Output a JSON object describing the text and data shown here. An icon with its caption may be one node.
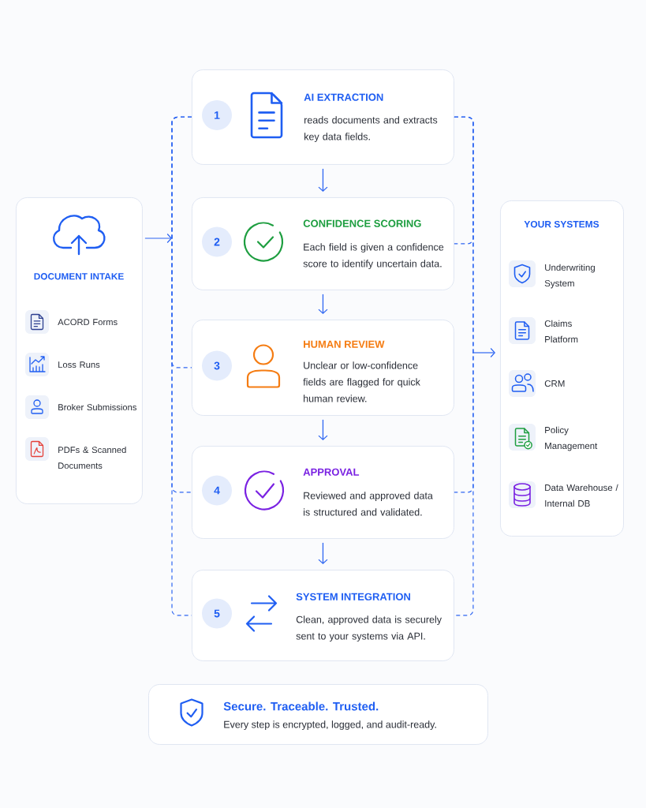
{
  "diagram": {
    "nodes": [
      {
        "text": [
          "DOCUMENT INTAKE",
          "ACORD Forms",
          "Loss Runs",
          "Broker Submissions",
          "PDFs & Scanned Documents"
        ]
      },
      {
        "text": [
          "AI EXTRACTION",
          "reads documents and extracts key data fields."
        ]
      },
      {
        "text": [
          "1"
        ],
        "in": 1
      },
      {
        "text": [
          "CONFIDENCE SCORING",
          "Each field is given a confidence score to identify uncertain data."
        ]
      },
      {
        "text": [
          "2"
        ],
        "in": 3
      },
      {
        "text": [
          "HUMAN REVIEW",
          "Unclear or low-confidence fields are flagged for quick human review."
        ]
      },
      {
        "text": [
          "3"
        ],
        "in": 5
      },
      {
        "text": [
          "APPROVAL",
          "Reviewed and approved data is structured and validated."
        ]
      },
      {
        "text": [
          "4"
        ],
        "in": 7
      },
      {
        "text": [
          "SYSTEM INTEGRATION",
          "Clean, approved data is securely sent to your systems via API."
        ]
      },
      {
        "text": [
          "5"
        ],
        "in": 9
      },
      {
        "text": [
          "YOUR SYSTEMS",
          "Underwriting System",
          "Claims Platform",
          "CRM",
          "Policy Management",
          "Data Warehouse / Internal DB"
        ]
      },
      {
        "text": [
          "Secure. Traceable. Trusted.",
          "Every step is encrypted, logged, and audit-ready."
        ]
      }
    ],
    "edges": [
      {
        "from": 1,
        "to": 3,
        "arrow": "to"
      },
      {
        "from": 3,
        "to": 5,
        "arrow": "to"
      },
      {
        "from": 5,
        "to": 7,
        "arrow": "to"
      },
      {
        "from": 7,
        "to": 9,
        "arrow": "to"
      },
      {
        "from": 0,
        "to": null,
        "arrow": "to"
      },
      {
        "from": 1,
        "to": 5,
        "arrow": "none",
        "style": "dashed"
      },
      {
        "from": 1,
        "to": 7,
        "arrow": "none",
        "style": "dashed"
      },
      {
        "from": 1,
        "to": 9,
        "arrow": "none",
        "style": "dashed"
      },
      {
        "from": 1,
        "to": 3,
        "arrow": "none",
        "style": "dashed"
      },
      {
        "from": 1,
        "to": 7,
        "arrow": "none",
        "style": "dashed"
      },
      {
        "from": 1,
        "to": 9,
        "arrow": "none",
        "style": "dashed"
      },
      {
        "from": null,
        "to": 11,
        "arrow": "to"
      }
    ]
  }
}
